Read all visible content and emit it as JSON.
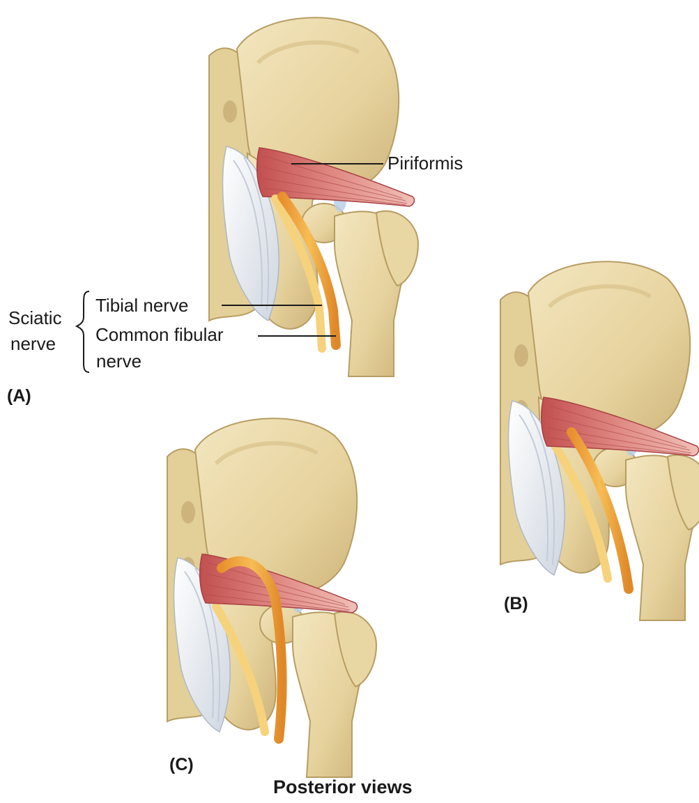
{
  "labels": {
    "piriformis": "Piriformis",
    "sciatic_line1": "Sciatic",
    "sciatic_line2": "nerve",
    "tibial_nerve": "Tibial nerve",
    "common_fibular_line1": "Common fibular",
    "common_fibular_line2": "nerve"
  },
  "panels": {
    "a": "(A)",
    "b": "(B)",
    "c": "(C)"
  },
  "caption": "Posterior views",
  "colors": {
    "bone": "#ead9a8",
    "bone_shadow": "#c9b27a",
    "muscle": "#c95a5a",
    "muscle_light": "#e49a92",
    "nerve": "#f0a040",
    "nerve_light": "#f8d27a",
    "ligament": "#e6eaf0",
    "leader": "#1a1a1a"
  }
}
